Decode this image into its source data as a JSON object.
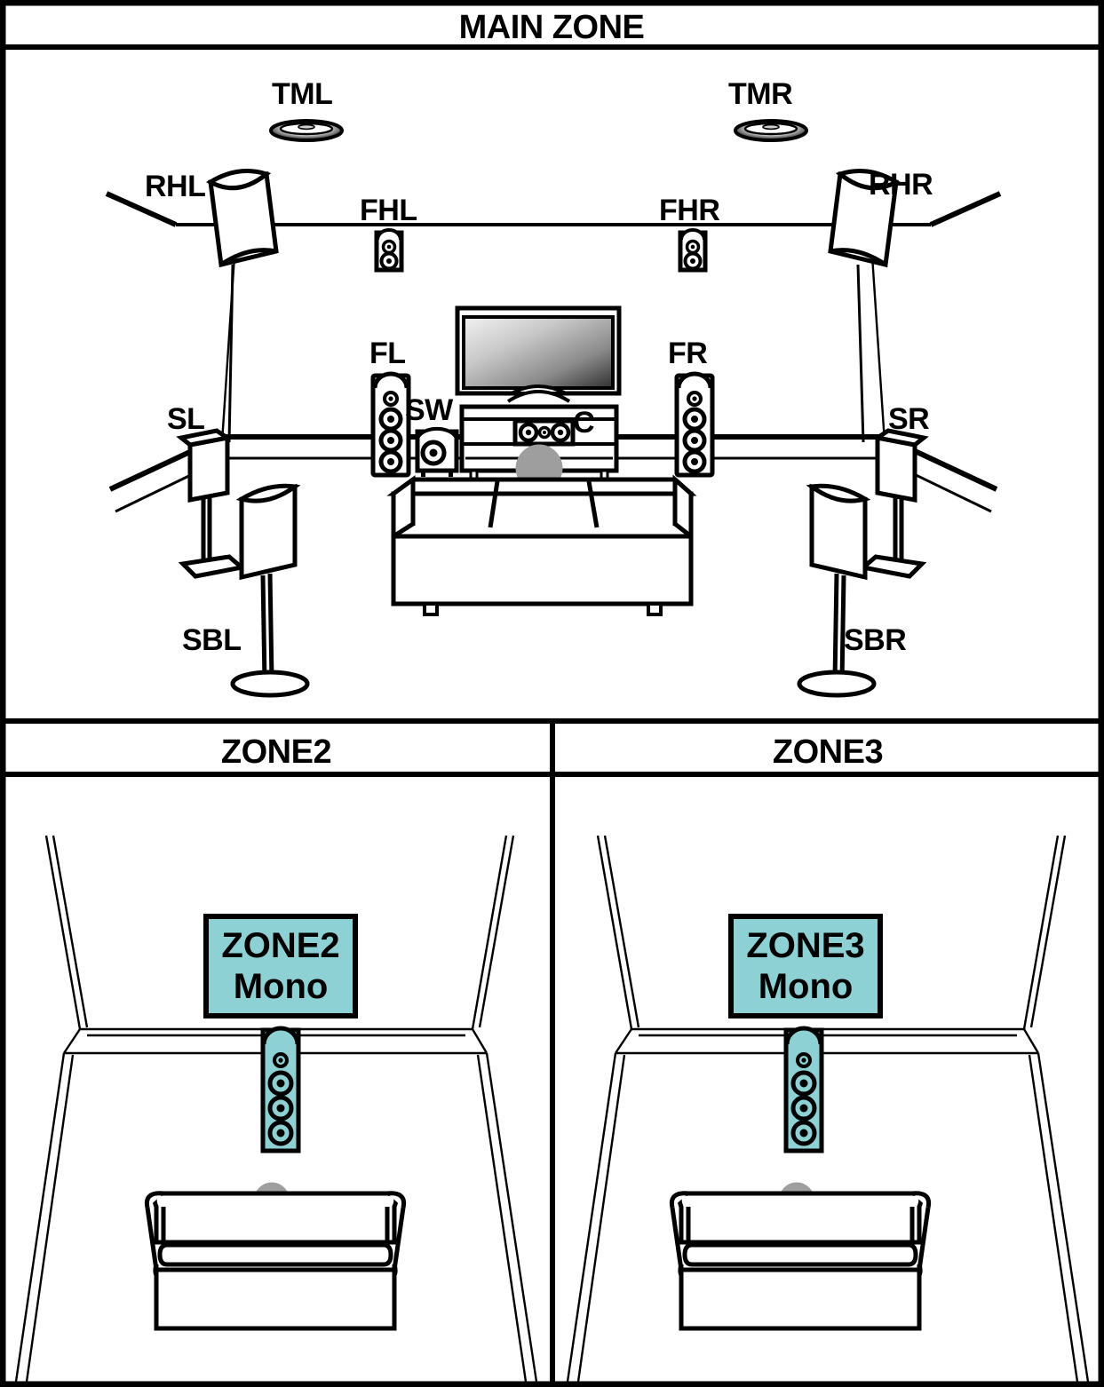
{
  "diagram": {
    "type": "speaker-layout",
    "accent_color": "#8ed1d4",
    "person_color": "#9e9e9e",
    "line_color": "#000000",
    "background": "#ffffff"
  },
  "panels": {
    "main": {
      "title": "MAIN ZONE"
    },
    "zone2": {
      "title": "ZONE2"
    },
    "zone3": {
      "title": "ZONE3"
    }
  },
  "main_zone": {
    "title": "MAIN ZONE",
    "speakers": [
      {
        "code": "TML",
        "name": "top-middle-left",
        "kind": "ceiling"
      },
      {
        "code": "TMR",
        "name": "top-middle-right",
        "kind": "ceiling"
      },
      {
        "code": "RHL",
        "name": "rear-height-left",
        "kind": "cylinder-hanging"
      },
      {
        "code": "RHR",
        "name": "rear-height-right",
        "kind": "cylinder-hanging"
      },
      {
        "code": "FHL",
        "name": "front-height-left",
        "kind": "wall-box"
      },
      {
        "code": "FHR",
        "name": "front-height-right",
        "kind": "wall-box"
      },
      {
        "code": "FL",
        "name": "front-left",
        "kind": "tower"
      },
      {
        "code": "FR",
        "name": "front-right",
        "kind": "tower"
      },
      {
        "code": "C",
        "name": "center",
        "kind": "center-box"
      },
      {
        "code": "SW",
        "name": "subwoofer",
        "kind": "subwoofer"
      },
      {
        "code": "SL",
        "name": "surround-left",
        "kind": "stand-box"
      },
      {
        "code": "SR",
        "name": "surround-right",
        "kind": "stand-box"
      },
      {
        "code": "SBL",
        "name": "surround-back-left",
        "kind": "stand-box"
      },
      {
        "code": "SBR",
        "name": "surround-back-right",
        "kind": "stand-box"
      }
    ],
    "furniture": [
      "television",
      "tv-stand",
      "sofa",
      "listener"
    ]
  },
  "zone2": {
    "title": "ZONE2",
    "badge_line1": "ZONE2",
    "badge_line2": "Mono",
    "speaker_kind": "slim-tower",
    "furniture": [
      "bed",
      "listener"
    ]
  },
  "zone3": {
    "title": "ZONE3",
    "badge_line1": "ZONE3",
    "badge_line2": "Mono",
    "speaker_kind": "slim-tower",
    "furniture": [
      "bed",
      "listener"
    ]
  }
}
